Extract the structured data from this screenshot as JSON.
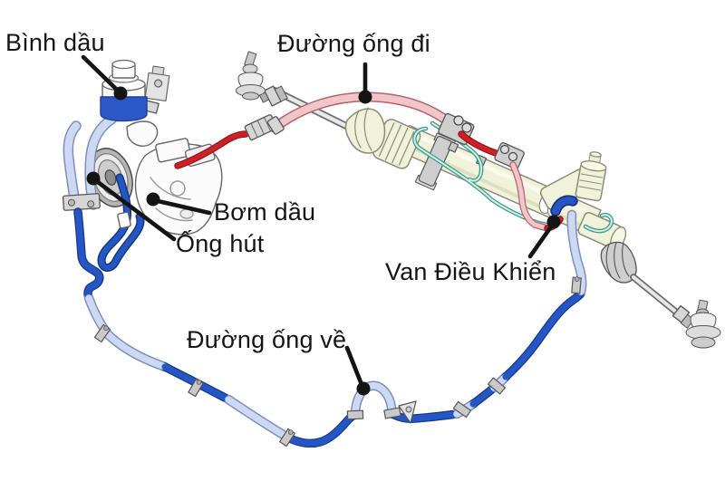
{
  "labels": {
    "reservoir": "Bình dầu",
    "pressure_line": "Đường ống đi",
    "pump": "Bơm dầu",
    "suction_pipe": "Ống hút",
    "control_valve": "Van Điều Khiển",
    "return_line": "Đường ống về"
  },
  "colors": {
    "pressure_hose_pink": "#EFC6C9",
    "pressure_pipe_red": "#CC2127",
    "return_hose_dark_blue": "#2456C6",
    "return_hose_light_blue": "#CDD9F3",
    "transfer_pipe_teal": "#3F9A88",
    "rack_body_cream": "#F1F2DA",
    "reservoir_band_blue": "#2B59C8",
    "leader_and_text": "#141414",
    "background": "#FFFFFF"
  }
}
